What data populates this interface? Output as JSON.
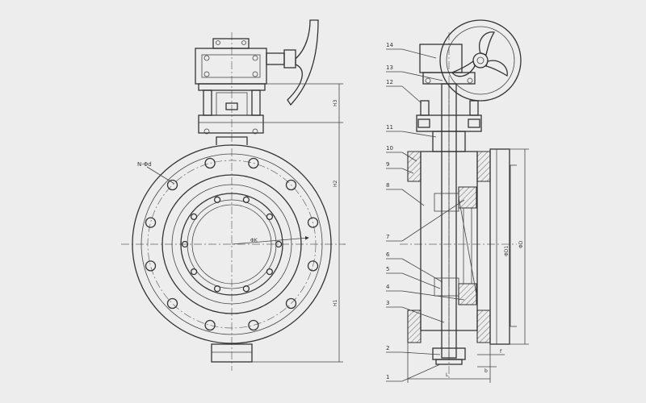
{
  "front_view": {
    "bolt_note": "N-Φd",
    "bore_label": "ΦK",
    "dims": {
      "h3": "H3",
      "h2": "H2",
      "h1": "H1"
    }
  },
  "side_view": {
    "part_numbers": [
      "14",
      "13",
      "12",
      "11",
      "10",
      "9",
      "8",
      "7",
      "6",
      "5",
      "4",
      "3",
      "2",
      "1"
    ],
    "dims": {
      "d1": "ΦD1",
      "d": "ΦD",
      "l": "L",
      "f": "f",
      "b": "b"
    }
  }
}
